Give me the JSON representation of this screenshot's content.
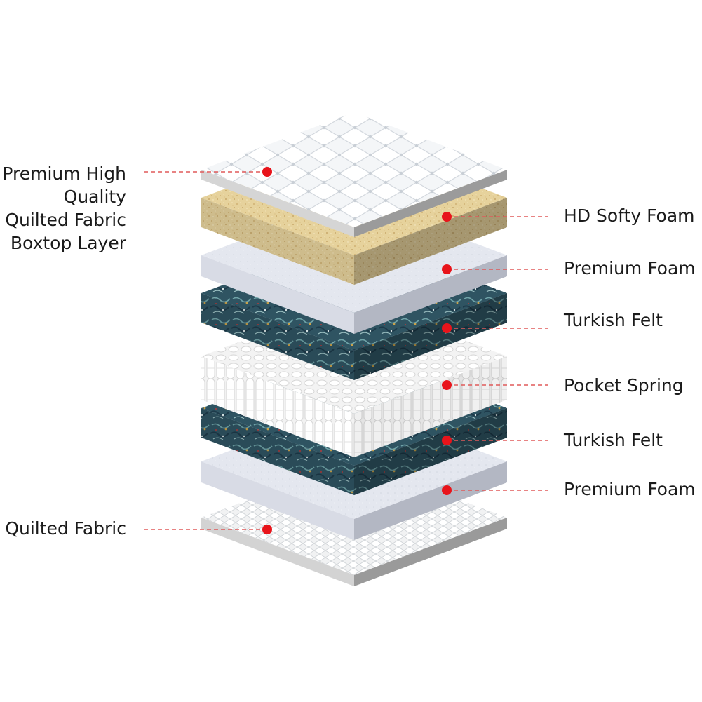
{
  "colors": {
    "pointer": "#e8141b",
    "leader": "#e05a5a",
    "text": "#1a1a1a"
  },
  "labels": {
    "boxtop": "Premium High\nQuality\nQuilted Fabric\nBoxtop Layer",
    "hd_softy_foam": "HD Softy Foam",
    "premium_foam_top": "Premium Foam",
    "turkish_felt_top": "Turkish Felt",
    "pocket_spring": "Pocket Spring",
    "turkish_felt_bottom": "Turkish Felt",
    "premium_foam_bottom": "Premium Foam",
    "quilted_fabric": "Quilted Fabric"
  },
  "layer_materials": [
    "quilted-white-top",
    "hd-softy-foam-beige",
    "premium-foam-grey",
    "turkish-felt-blue",
    "pocket-spring-white",
    "turkish-felt-blue",
    "premium-foam-grey",
    "quilted-fabric-bottom"
  ]
}
